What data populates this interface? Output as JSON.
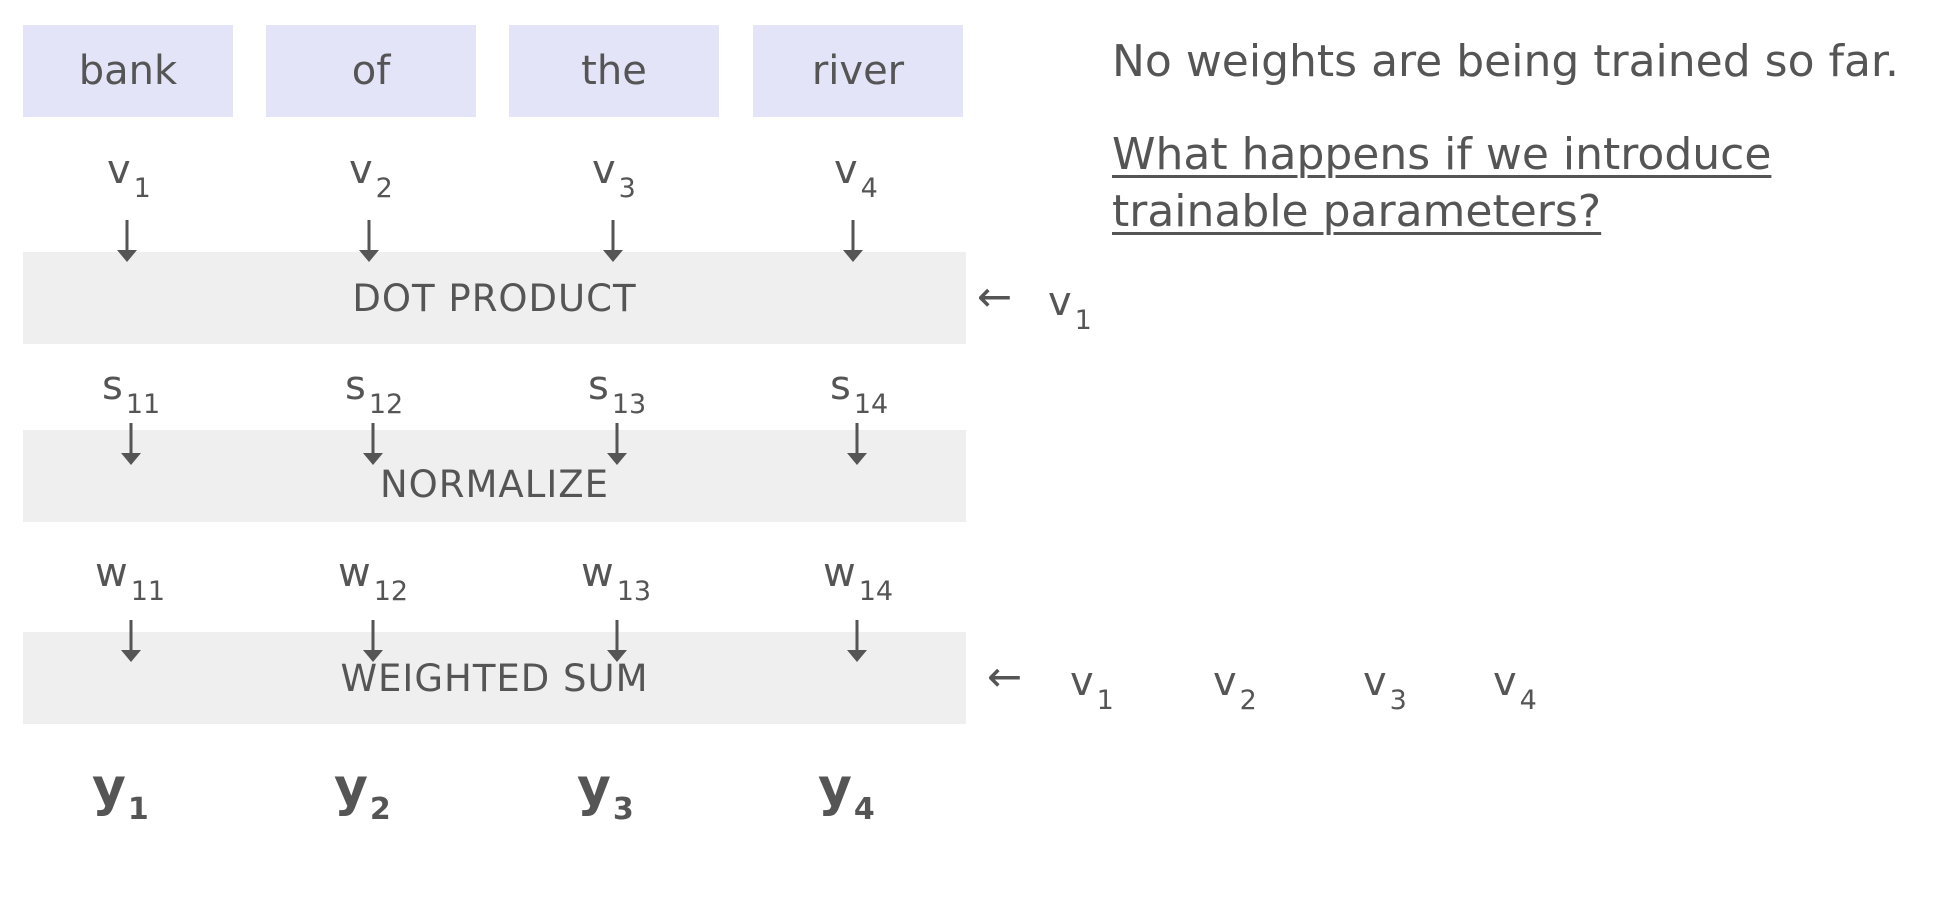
{
  "tokens": [
    "bank",
    "of",
    "the",
    "river"
  ],
  "input_vectors": [
    {
      "base": "v",
      "sub": "1"
    },
    {
      "base": "v",
      "sub": "2"
    },
    {
      "base": "v",
      "sub": "3"
    },
    {
      "base": "v",
      "sub": "4"
    }
  ],
  "stages": {
    "dot_product": "DOT PRODUCT",
    "normalize": "NORMALIZE",
    "weighted_sum": "WEIGHTED SUM"
  },
  "query_vector": {
    "arrow": "←",
    "base": "v",
    "sub": "1"
  },
  "scores": [
    {
      "base": "s",
      "sub": "11"
    },
    {
      "base": "s",
      "sub": "12"
    },
    {
      "base": "s",
      "sub": "13"
    },
    {
      "base": "s",
      "sub": "14"
    }
  ],
  "weights": [
    {
      "base": "w",
      "sub": "11"
    },
    {
      "base": "w",
      "sub": "12"
    },
    {
      "base": "w",
      "sub": "13"
    },
    {
      "base": "w",
      "sub": "14"
    }
  ],
  "sum_inputs": {
    "arrow": "←",
    "vectors": [
      {
        "base": "v",
        "sub": "1"
      },
      {
        "base": "v",
        "sub": "2"
      },
      {
        "base": "v",
        "sub": "3"
      },
      {
        "base": "v",
        "sub": "4"
      }
    ]
  },
  "outputs": [
    {
      "base": "y",
      "sub": "1"
    },
    {
      "base": "y",
      "sub": "2"
    },
    {
      "base": "y",
      "sub": "3"
    },
    {
      "base": "y",
      "sub": "4"
    }
  ],
  "notes": {
    "statement": "No weights are being trained so far.",
    "question": "What happens if we introduce trainable parameters?"
  },
  "colors": {
    "token_box": "#e4e4f8",
    "stage_band": "#efefef",
    "text": "#555555"
  }
}
